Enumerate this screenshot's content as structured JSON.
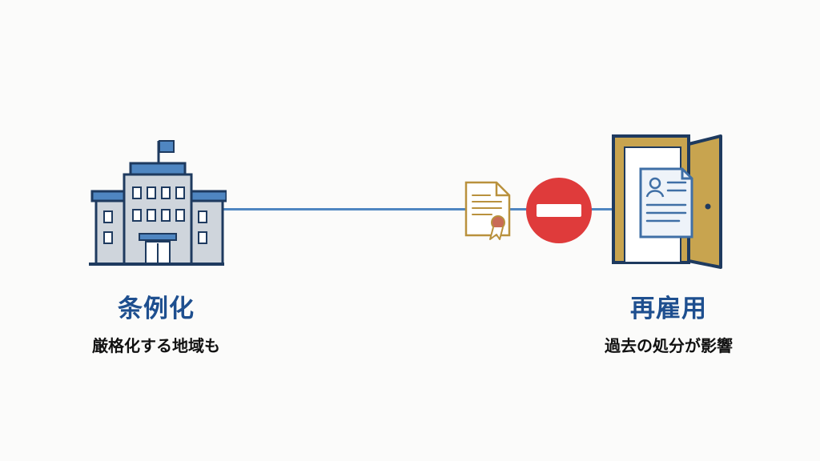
{
  "colors": {
    "accent_blue": "#1e4f8f",
    "line_blue": "#4f86c1",
    "building_gray": "#cfd5dc",
    "gold": "#b9913d",
    "red": "#df3b3b"
  },
  "left": {
    "icon": "government-building-icon",
    "title": "条例化",
    "subtitle": "厳格化する地域も"
  },
  "middle": {
    "certificate_icon": "certificate-icon",
    "block_icon": "no-entry-icon"
  },
  "right": {
    "icon": "open-door-with-resume-icon",
    "title": "再雇用",
    "subtitle": "過去の処分が影響"
  }
}
